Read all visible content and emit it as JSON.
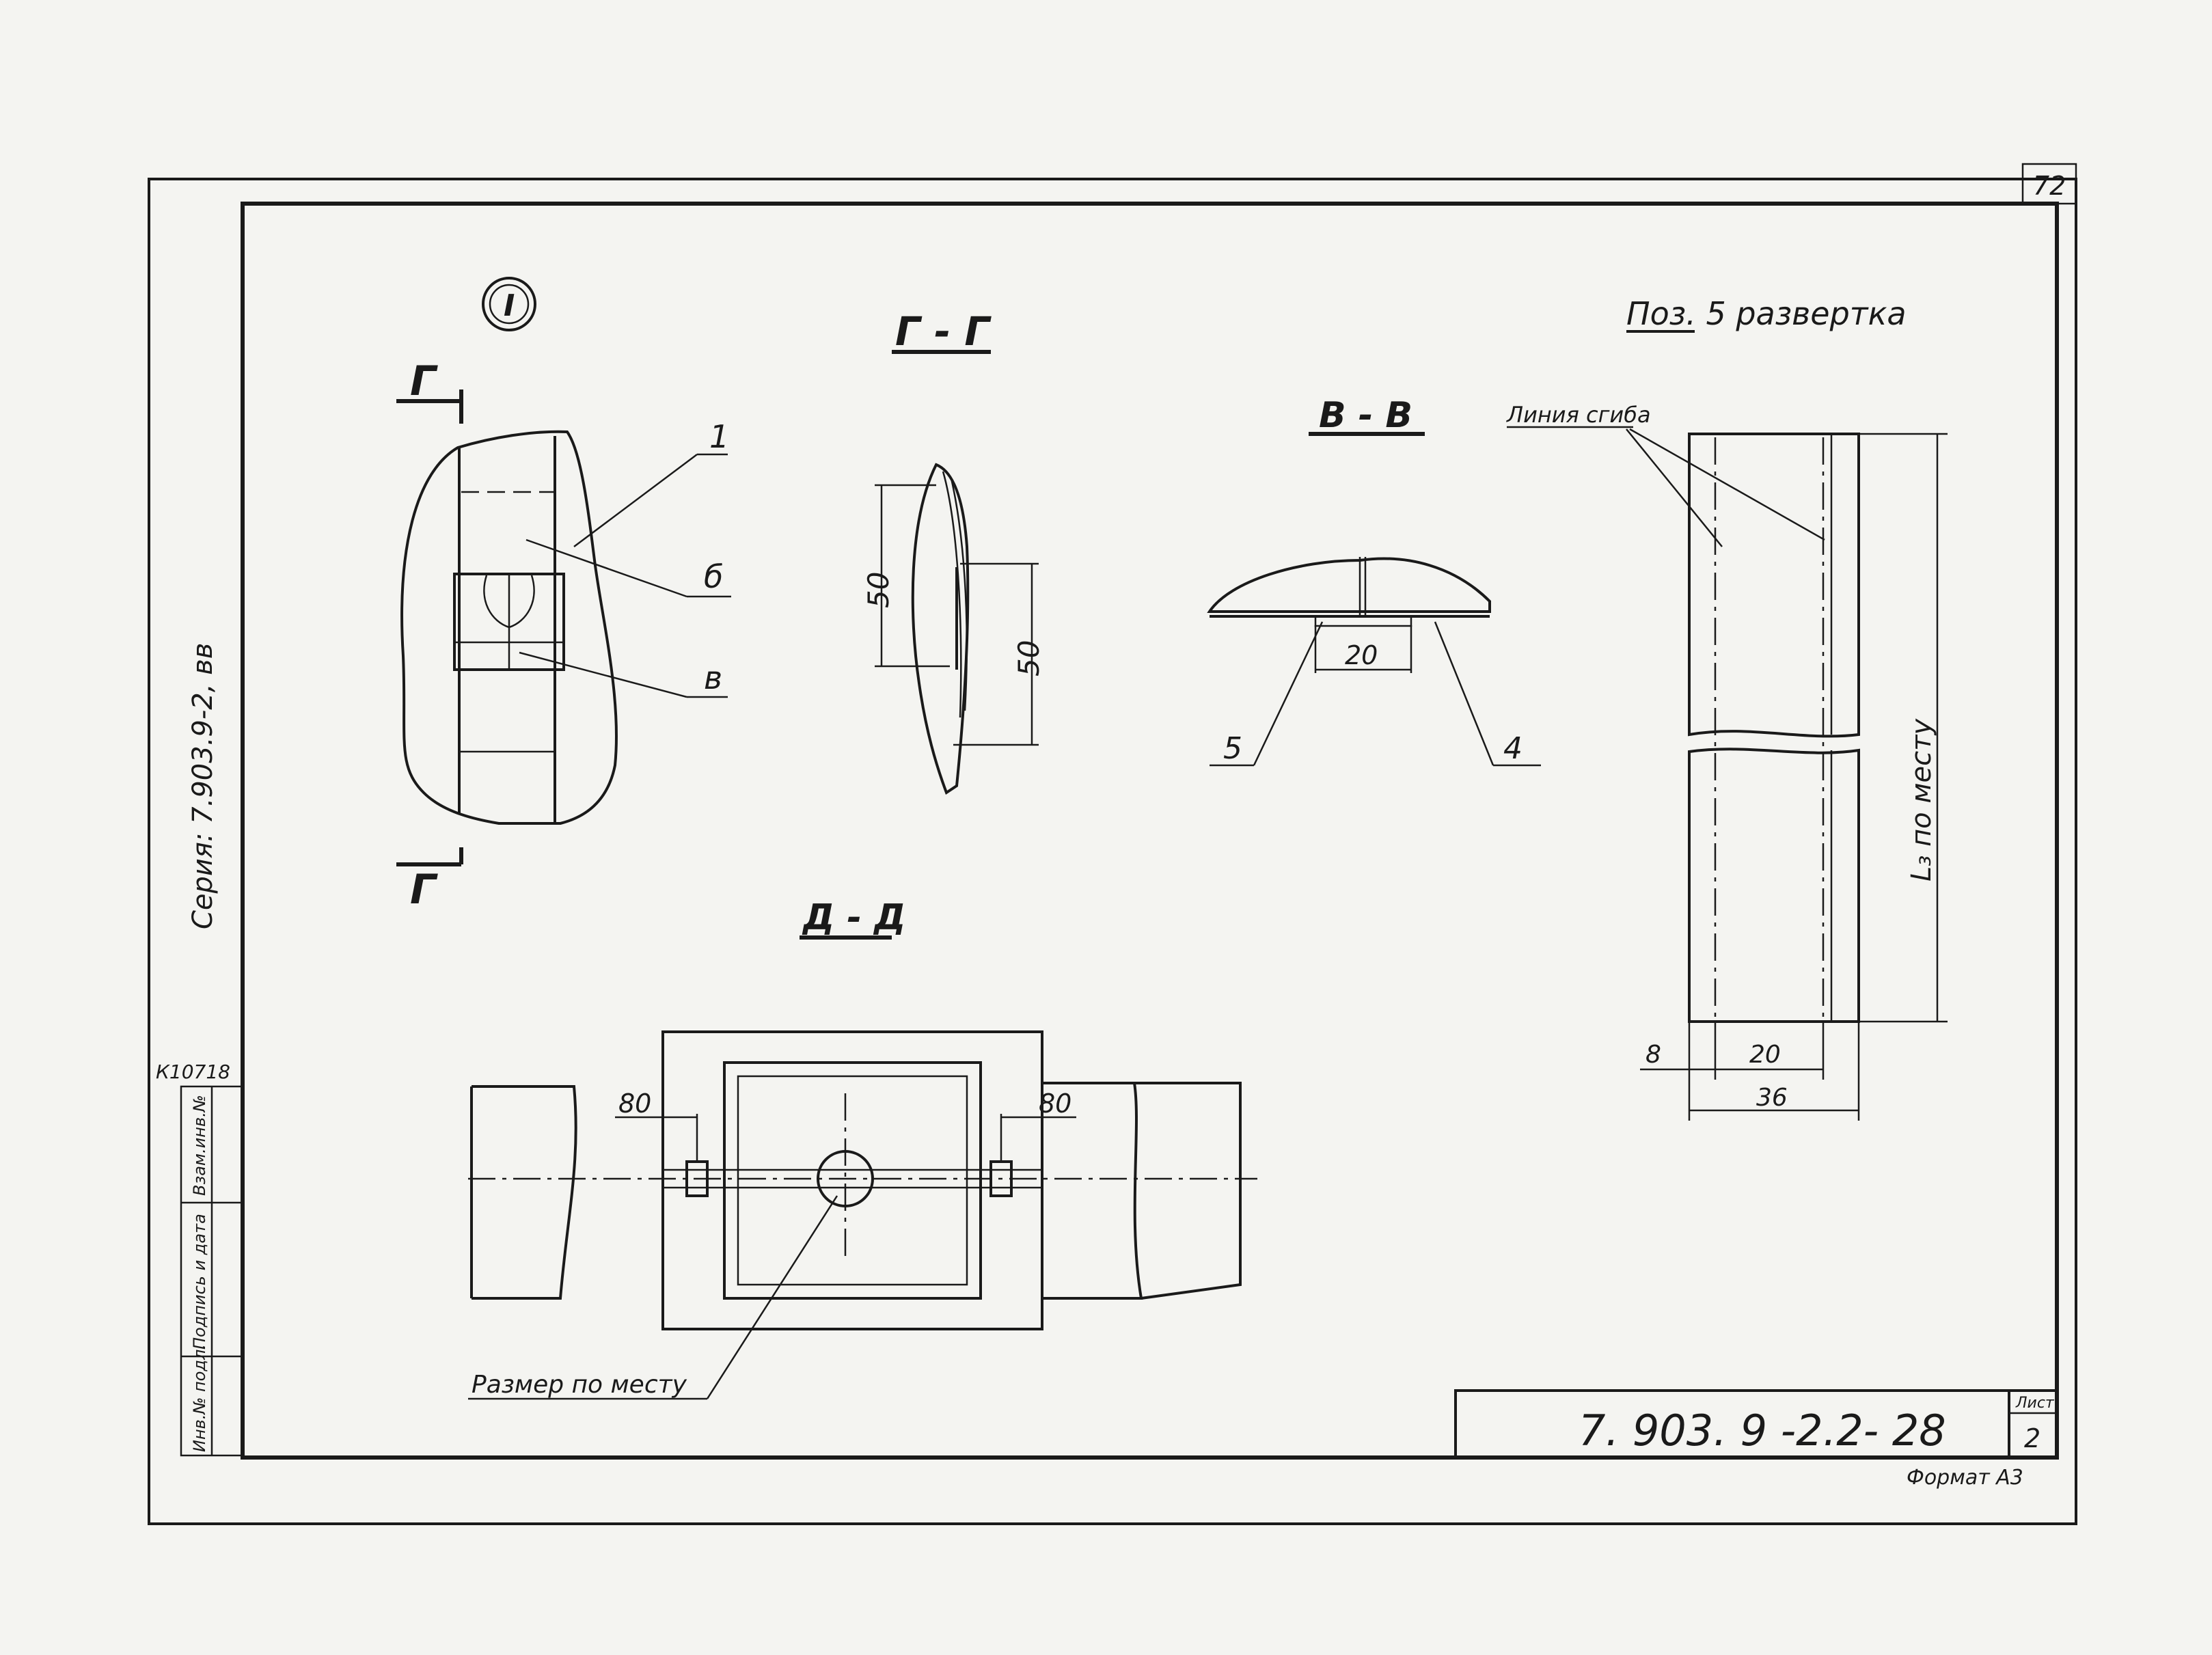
{
  "sheet": {
    "page_number": "72",
    "series_label": "Серия: 7.903.9-2, вв",
    "code_label": "К10718"
  },
  "side_stamp": {
    "inv_orig": "Инв.№ подл.",
    "sign_date": "Подпись и дата",
    "replace_inv": "Взам.инв.№"
  },
  "node_marker": "I",
  "views": {
    "g_g": {
      "title": "Г - Г",
      "cut_mark": "Г",
      "dim_top": "50",
      "dim_side": "50",
      "callouts": [
        "1",
        "б",
        "в"
      ]
    },
    "v_v": {
      "title": "В - В",
      "dim": "20",
      "callouts": [
        "5",
        "4"
      ]
    },
    "d_d": {
      "title": "Д - Д",
      "dim_left": "80",
      "dim_right": "80",
      "note": "Размер по месту"
    },
    "pos5": {
      "title": "Поз. 5 развертка",
      "bend_line_label": "Линия сгиба",
      "length_label": "L₃ по месту",
      "dim_8": "8",
      "dim_20": "20",
      "dim_36": "36"
    }
  },
  "title_block": {
    "doc_number": "7. 903. 9 -2.2- 28",
    "sheet_label": "Лист",
    "sheet_number": "2",
    "format": "Формат А3"
  }
}
